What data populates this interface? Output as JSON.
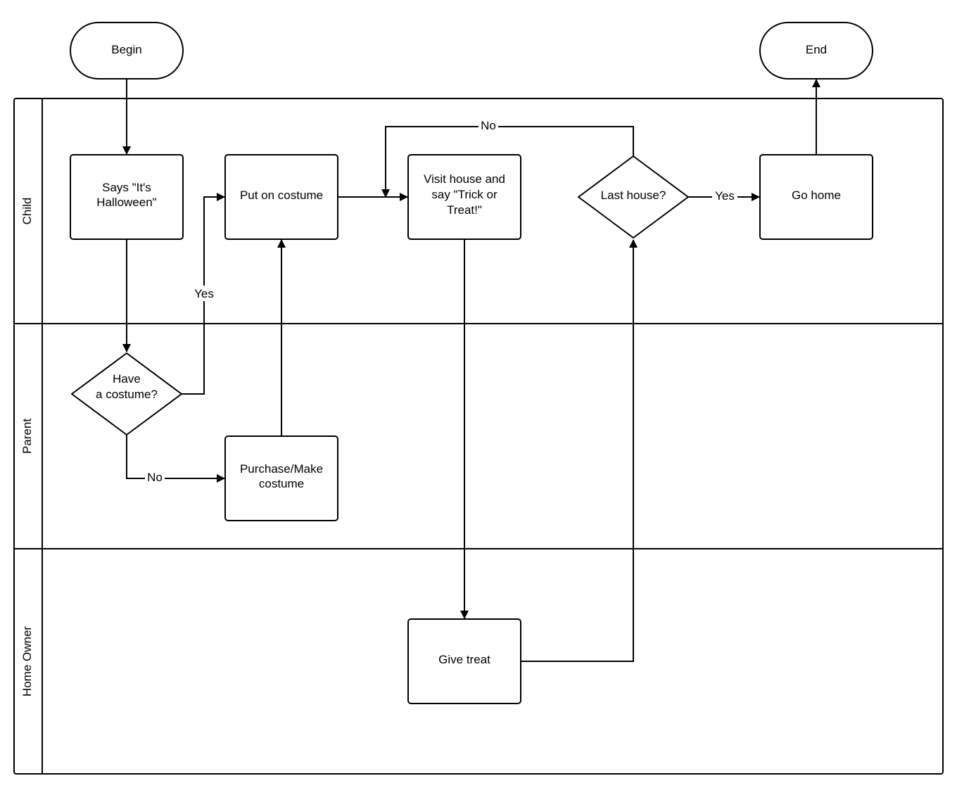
{
  "diagram": {
    "type": "swimlane-flowchart",
    "lanes": [
      {
        "id": "child",
        "label": "Child"
      },
      {
        "id": "parent",
        "label": "Parent"
      },
      {
        "id": "owner",
        "label": "Home Owner"
      }
    ],
    "nodes": [
      {
        "id": "begin",
        "shape": "terminal",
        "lines": [
          "Begin"
        ]
      },
      {
        "id": "end",
        "shape": "terminal",
        "lines": [
          "End"
        ]
      },
      {
        "id": "says",
        "shape": "process",
        "lines": [
          "Says \"It's",
          "Halloween\""
        ]
      },
      {
        "id": "put",
        "shape": "process",
        "lines": [
          "Put on costume"
        ]
      },
      {
        "id": "visit",
        "shape": "process",
        "lines": [
          "Visit house and",
          "say \"Trick or",
          "Treat!\""
        ]
      },
      {
        "id": "last",
        "shape": "decision",
        "lines": [
          "Last house?"
        ]
      },
      {
        "id": "gohome",
        "shape": "process",
        "lines": [
          "Go home"
        ]
      },
      {
        "id": "have",
        "shape": "decision",
        "lines": [
          "Have",
          "a costume?"
        ]
      },
      {
        "id": "purchase",
        "shape": "process",
        "lines": [
          "Purchase/Make",
          "costume"
        ]
      },
      {
        "id": "give",
        "shape": "process",
        "lines": [
          "Give treat"
        ]
      }
    ],
    "edges": [
      {
        "id": "begin-says",
        "from": "begin",
        "to": "says",
        "label": ""
      },
      {
        "id": "says-have",
        "from": "says",
        "to": "have",
        "label": ""
      },
      {
        "id": "have-put",
        "from": "have",
        "to": "put",
        "label": "Yes"
      },
      {
        "id": "have-purchase",
        "from": "have",
        "to": "purchase",
        "label": "No"
      },
      {
        "id": "purchase-put",
        "from": "purchase",
        "to": "put",
        "label": ""
      },
      {
        "id": "put-visit",
        "from": "put",
        "to": "visit",
        "label": ""
      },
      {
        "id": "visit-give",
        "from": "visit",
        "to": "give",
        "label": ""
      },
      {
        "id": "give-last",
        "from": "give",
        "to": "last",
        "label": ""
      },
      {
        "id": "last-gohome",
        "from": "last",
        "to": "gohome",
        "label": "Yes"
      },
      {
        "id": "last-visit",
        "from": "last",
        "to": "visit",
        "label": "No"
      },
      {
        "id": "gohome-end",
        "from": "gohome",
        "to": "end",
        "label": ""
      }
    ]
  }
}
